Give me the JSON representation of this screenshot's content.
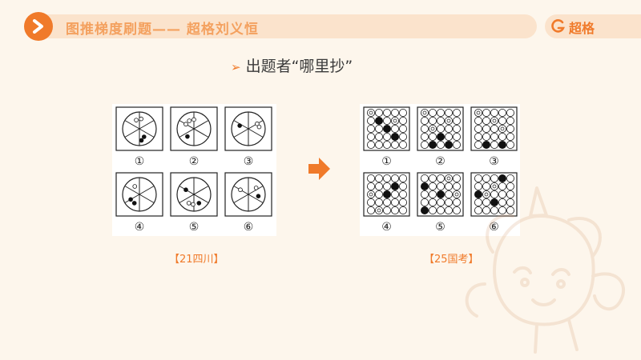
{
  "header": {
    "title": "图推梯度刷题—— 超格刘义恒",
    "brand": "超格"
  },
  "subtitle": "出题者“哪里抄”",
  "left_panel": {
    "caption": "【21四川】",
    "labels": [
      "①",
      "②",
      "③",
      "④",
      "⑤",
      "⑥"
    ]
  },
  "right_panel": {
    "caption": "【25国考】",
    "labels": [
      "①",
      "②",
      "③",
      "④",
      "⑤",
      "⑥"
    ]
  },
  "colors": {
    "accent": "#f07a2a",
    "header_text": "#f4a15f",
    "background": "#fdf6ec"
  }
}
